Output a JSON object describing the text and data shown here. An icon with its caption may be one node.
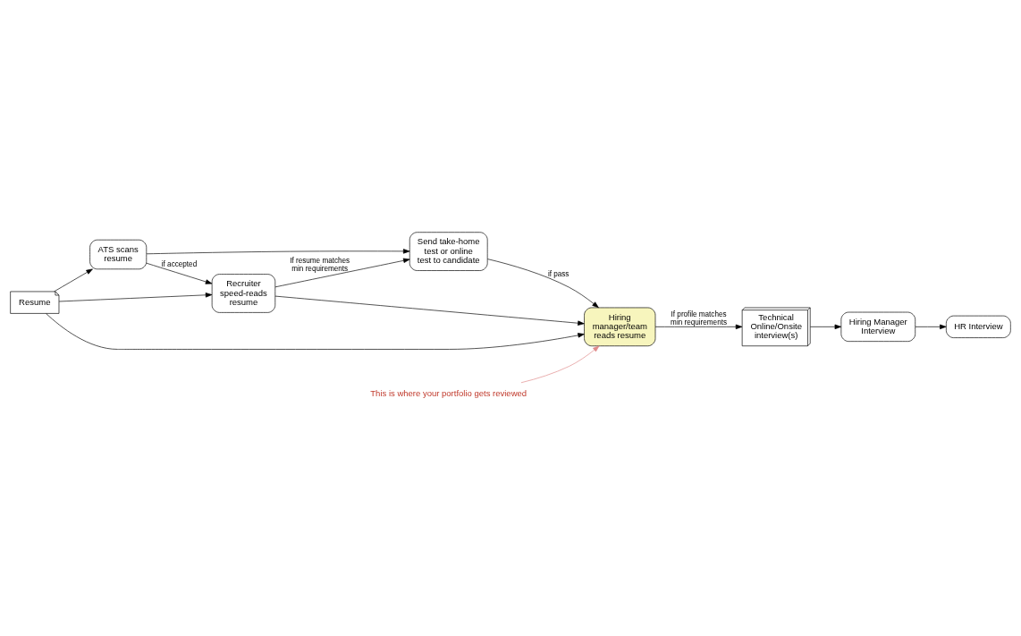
{
  "diagram": {
    "nodes": [
      {
        "text": [
          "Resume"
        ]
      },
      {
        "text": [
          "ATS scans resume"
        ]
      },
      {
        "text": [
          "Send take-home test or online test to candidate"
        ]
      },
      {
        "text": [
          "Recruiter speed-reads resume"
        ]
      },
      {
        "text": [
          "Hiring manager/team reads resume"
        ]
      },
      {
        "text": [
          "Technical Online/Onsite interview(s)"
        ]
      },
      {
        "text": [
          "Hiring Manager Interview"
        ]
      },
      {
        "text": [
          "HR Interview"
        ]
      },
      {
        "text": [
          "This is where your portfolio gets reviewed"
        ]
      }
    ],
    "edges": [
      {
        "from": 0,
        "to": 1,
        "arrow": "to"
      },
      {
        "from": 0,
        "to": 3,
        "arrow": "to"
      },
      {
        "from": 0,
        "to": 4,
        "arrow": "to"
      },
      {
        "from": 1,
        "to": 2,
        "arrow": "to"
      },
      {
        "from": 1,
        "to": 3,
        "arrow": "to",
        "label": "if accepted"
      },
      {
        "from": 3,
        "to": 2,
        "arrow": "to",
        "label": "If resume matches min requirements"
      },
      {
        "from": 3,
        "to": 4,
        "arrow": "to"
      },
      {
        "from": 2,
        "to": 4,
        "arrow": "to",
        "label": "if pass"
      },
      {
        "from": 4,
        "to": 5,
        "arrow": "to",
        "label": "If profile matches min requirements"
      },
      {
        "from": 5,
        "to": 6,
        "arrow": "to"
      },
      {
        "from": 6,
        "to": 7,
        "arrow": "to"
      },
      {
        "from": 8,
        "to": 4,
        "arrow": "to",
        "color": "#e08a8a"
      }
    ]
  }
}
